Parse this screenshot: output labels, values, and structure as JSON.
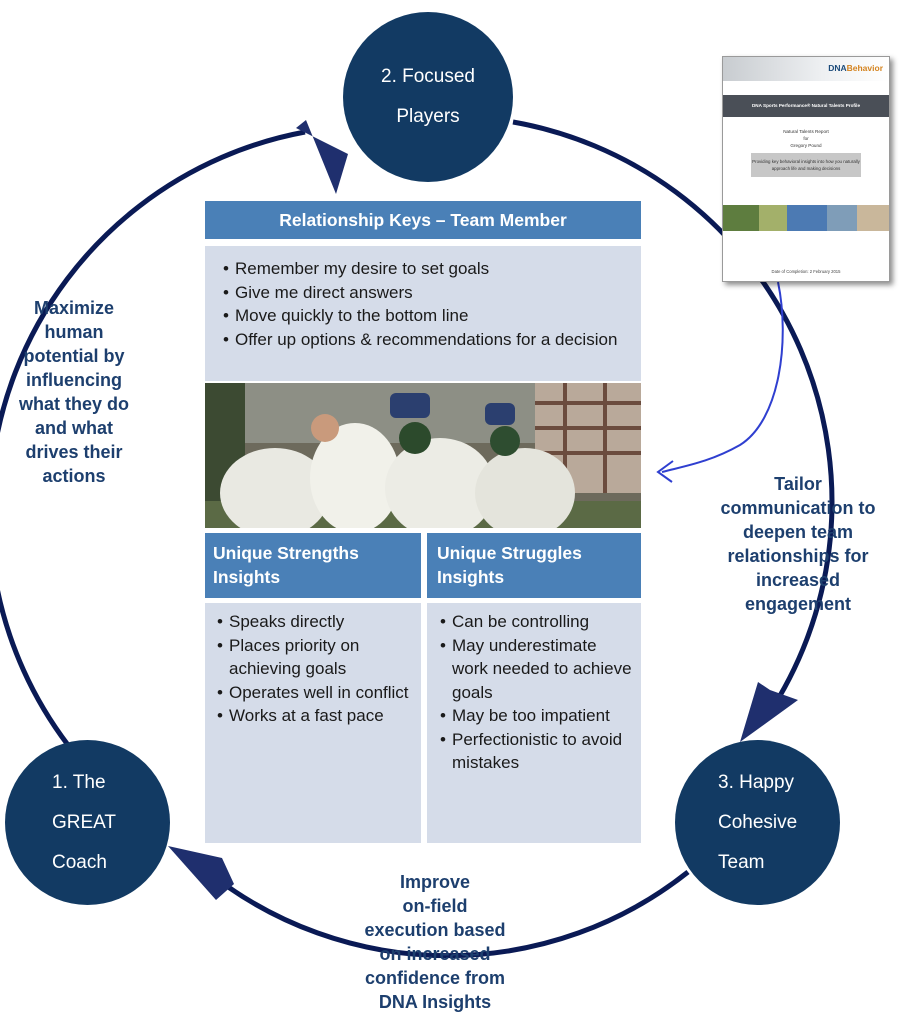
{
  "colors": {
    "node": "#123a63",
    "header": "#4a80b7",
    "box": "#d5dce9",
    "caption": "#1d3f6e",
    "arrow": "#1f2f6e",
    "curve": "#0a1a55",
    "connector": "#2f3fd0"
  },
  "nodes": {
    "players": {
      "line1": "2. Focused",
      "line2": "Players"
    },
    "coach": {
      "line1": "1. The",
      "line2": "GREAT",
      "line3": "Coach"
    },
    "team": {
      "line1": "3. Happy",
      "line2": "Cohesive",
      "line3": "Team"
    }
  },
  "captions": {
    "left": [
      "Maximize",
      "human",
      "potential by",
      "influencing",
      "what they do",
      "and what",
      "drives their",
      "actions"
    ],
    "right": [
      "Tailor",
      "communication to",
      "deepen team",
      "relationships for",
      "increased",
      "engagement"
    ],
    "bottom": [
      "Improve",
      "on-field",
      "execution based",
      "on increased",
      "confidence from",
      "DNA Insights"
    ]
  },
  "keys": {
    "header": "Relationship Keys – Team Member",
    "items": [
      "Remember my desire to set goals",
      "Give me direct answers",
      "Move quickly to the bottom line",
      "Offer up options & recommendations for a decision"
    ]
  },
  "strengths": {
    "header": "Unique Strengths Insights",
    "items": [
      "Speaks directly",
      "Places priority on achieving goals",
      "Operates well in conflict",
      "Works at a fast pace"
    ]
  },
  "struggles": {
    "header": "Unique Struggles Insights",
    "items": [
      "Can be controlling",
      "May underestimate work needed to achieve goals",
      "May be too impatient",
      "Perfectionistic to avoid mistakes"
    ]
  },
  "report": {
    "logo_main": "DNA",
    "logo_accent": "Behavior",
    "bar_title": "DNA Sports Performance® Natural Talents Profile",
    "line1": "Natural Talents Report",
    "line2": "for",
    "line3": "Gregory Pound",
    "summary": "Providing key behavioral insights into how you naturally approach life and making decisions",
    "date": "Date of Completion: 2 February 2015"
  }
}
